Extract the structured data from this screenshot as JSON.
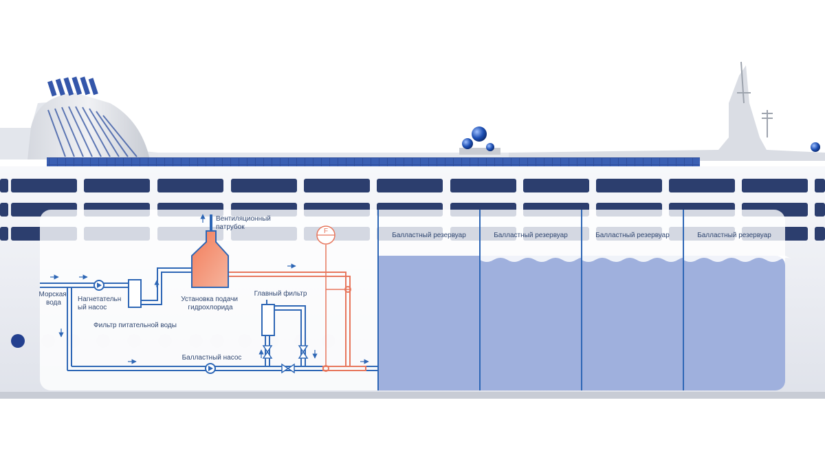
{
  "labels": {
    "sea_water": [
      "Морская",
      "вода"
    ],
    "booster_pump": [
      "Нагнетательн",
      "ый насос"
    ],
    "feed_filter": "Фильтр питательной воды",
    "vent_pipe": [
      "Вентиляционный",
      "патрубок"
    ],
    "hypochlorite_unit": [
      "Установка подачи",
      "гидрохлорида"
    ],
    "main_filter": "Главный фильтр",
    "ballast_pump": "Балластный насос",
    "flow_meter_symbol": "F",
    "ballast_tanks": [
      "Балластный резервуар",
      "Балластный резервуар",
      "Балластный резервуар",
      "Балластный резервуар"
    ]
  },
  "colors": {
    "pipe": "#2d66b5",
    "dosing_line": "#e7765c",
    "ballast_water": "#9fb0dd",
    "unit_fill": "#ef8a6a",
    "hull": "#f4f5f8",
    "solar_panel": "#2f4e9c"
  },
  "icons": {
    "pump": "pump-icon",
    "valve": "valve-icon",
    "flow_arrow": "flow-arrow-icon",
    "flow_meter": "flow-meter-icon"
  }
}
